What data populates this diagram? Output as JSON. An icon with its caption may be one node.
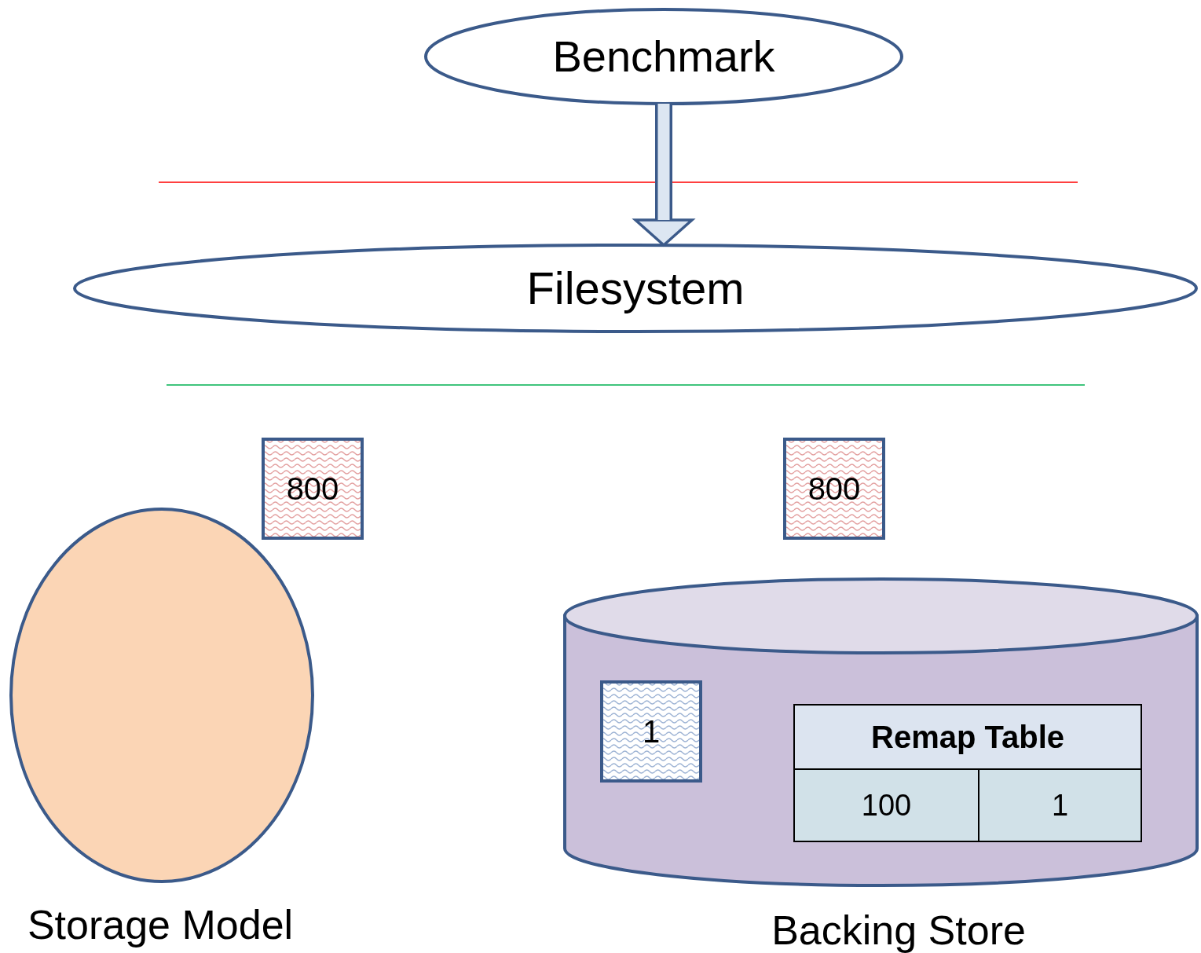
{
  "diagram": {
    "nodes": [
      {
        "text": [
          "Benchmark"
        ]
      },
      {
        "text": [
          "Filesystem"
        ]
      },
      {
        "text": [
          "800"
        ]
      },
      {
        "text": [
          "800"
        ]
      },
      {
        "text": [
          "Storage Model"
        ]
      },
      {
        "text": [
          "Backing Store"
        ]
      },
      {
        "text": [
          "1"
        ],
        "in": 5
      },
      {
        "text": [
          "Remap Table",
          "100",
          "1"
        ],
        "in": 5
      }
    ],
    "edges": [
      {
        "from": 0,
        "to": 1,
        "arrow": "to"
      }
    ]
  }
}
